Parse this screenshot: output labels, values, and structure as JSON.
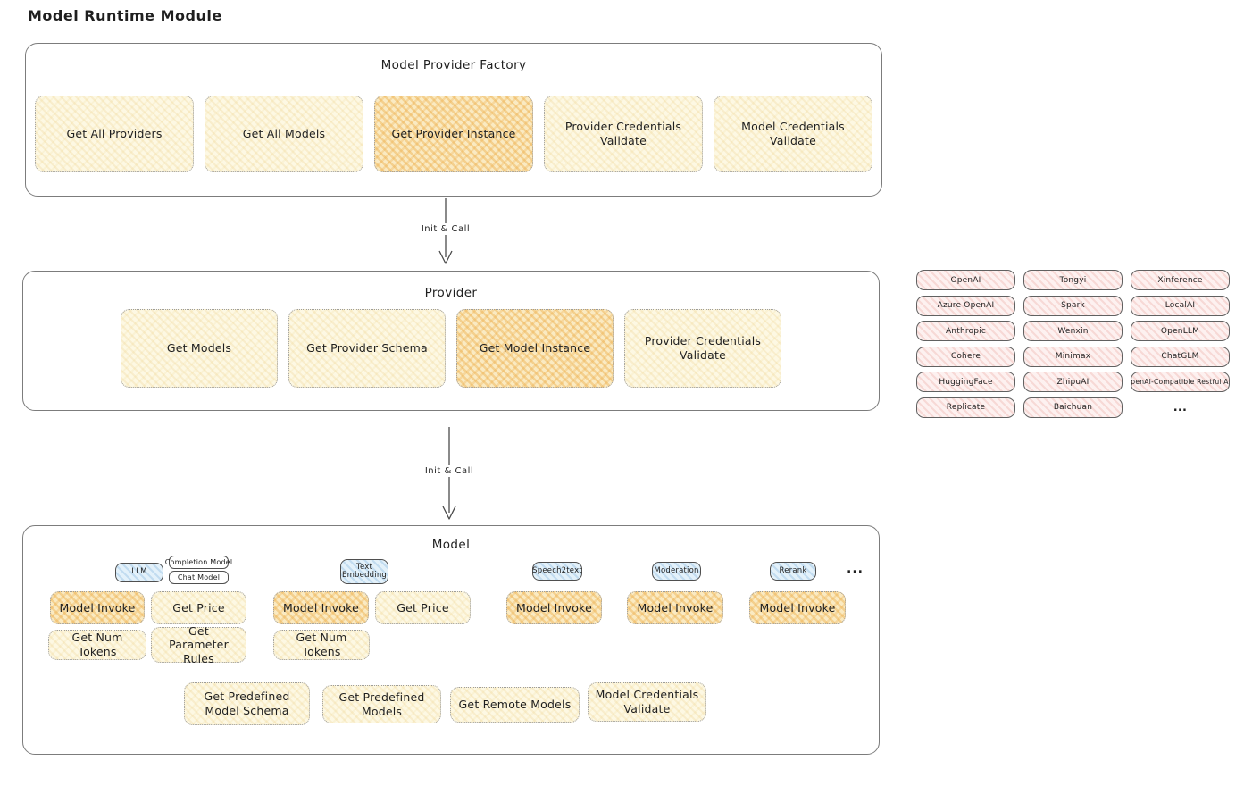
{
  "title": "Model Runtime Module",
  "arrows": {
    "label1": "Init & Call",
    "label2": "Init & Call"
  },
  "factory": {
    "title": "Model Provider Factory",
    "items": [
      {
        "label": "Get All Providers",
        "highlight": false
      },
      {
        "label": "Get All Models",
        "highlight": false
      },
      {
        "label": "Get Provider Instance",
        "highlight": true
      },
      {
        "label": "Provider Credentials Validate",
        "highlight": false
      },
      {
        "label": "Model Credentials Validate",
        "highlight": false
      }
    ]
  },
  "provider": {
    "title": "Provider",
    "items": [
      {
        "label": "Get Models",
        "highlight": false
      },
      {
        "label": "Get Provider Schema",
        "highlight": false
      },
      {
        "label": "Get Model Instance",
        "highlight": true
      },
      {
        "label": "Provider Credentials Validate",
        "highlight": false
      }
    ]
  },
  "providers_list": {
    "columns": [
      [
        "OpenAI",
        "Azure OpenAI",
        "Anthropic",
        "Cohere",
        "HuggingFace",
        "Replicate"
      ],
      [
        "Tongyi",
        "Spark",
        "Wenxin",
        "Minimax",
        "ZhipuAI",
        "Baichuan"
      ],
      [
        "Xinference",
        "LocalAI",
        "OpenLLM",
        "ChatGLM",
        "OpenAI-Compatible Restful API"
      ]
    ],
    "more": "..."
  },
  "model": {
    "title": "Model",
    "llm": {
      "tag": "LLM",
      "subtags": [
        "Completion Model",
        "Chat Model"
      ],
      "boxes": [
        "Model Invoke",
        "Get Price",
        "Get Num Tokens",
        "Get Parameter Rules"
      ]
    },
    "text_embedding": {
      "tag": "Text Embedding",
      "boxes": [
        "Model Invoke",
        "Get Price",
        "Get Num Tokens"
      ]
    },
    "speech2text": {
      "tag": "Speech2text",
      "boxes": [
        "Model Invoke"
      ]
    },
    "moderation": {
      "tag": "Moderation",
      "boxes": [
        "Model Invoke"
      ]
    },
    "rerank": {
      "tag": "Rerank",
      "boxes": [
        "Model Invoke"
      ]
    },
    "more": "...",
    "bottom": [
      "Get Predefined Model Schema",
      "Get Predefined Models",
      "Get Remote Models",
      "Model Credentials Validate"
    ]
  },
  "colors": {
    "node_yellow": "#fdf8e3",
    "node_highlight": "#f6d58a",
    "provider_pink": "#fdf1f0",
    "tag_blue": "#e3f1fa",
    "outline_gray": "#7c7c7c"
  }
}
